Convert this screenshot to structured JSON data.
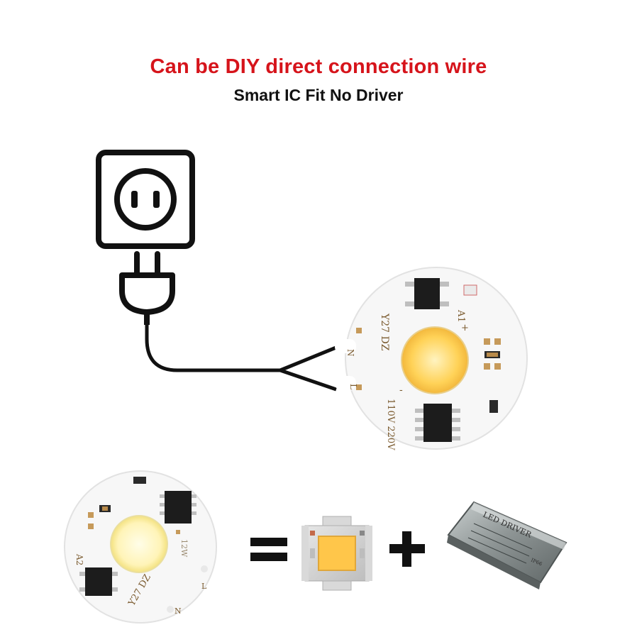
{
  "headline": {
    "title": "Can be DIY direct connection wire",
    "subtitle": "Smart IC Fit No Driver",
    "title_color": "#d6141b",
    "subtitle_color": "#111111"
  },
  "icons": {
    "outlet": "power-outlet-icon",
    "plug": "power-plug-icon",
    "equals": "equals-sign",
    "plus": "plus-sign"
  },
  "top_led_board": {
    "label_model": "Y27 DZ",
    "label_voltage": "110V 220V",
    "label_n": "N",
    "label_l": "L",
    "label_a1": "A1",
    "label_plus": "+",
    "label_minus": "-",
    "led_color": "#ffd257"
  },
  "bottom_led_board": {
    "label_model": "Y27 DZ",
    "label_a2": "A2",
    "label_w": "12W",
    "label_n": "N",
    "label_l": "L",
    "led_color": "#fff4b8"
  },
  "cob_chip": {
    "led_color": "#ffc64a"
  },
  "led_driver": {
    "label": "LED DRIVER",
    "label_ip": "IP66"
  }
}
